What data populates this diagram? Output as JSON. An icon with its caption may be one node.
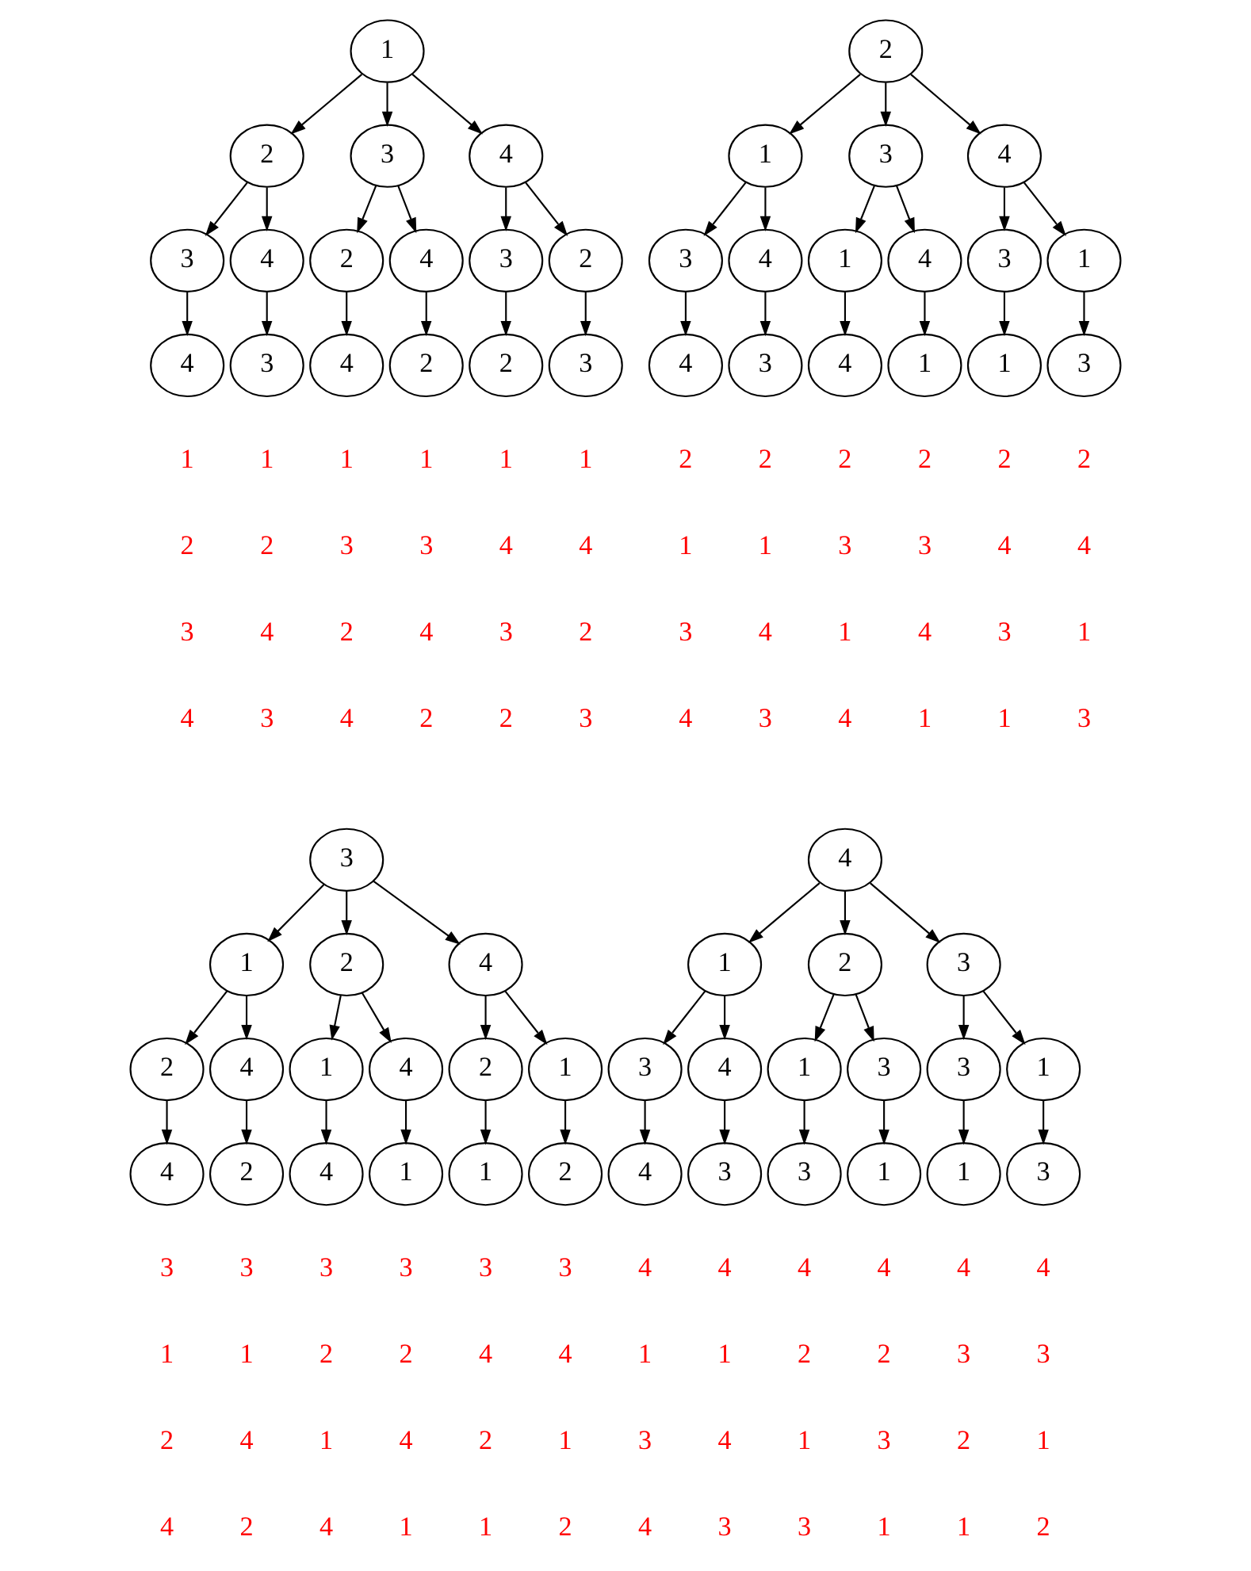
{
  "diagram": {
    "nodes": [
      {
        "text": [
          "1"
        ]
      },
      {
        "text": [
          "2"
        ]
      },
      {
        "text": [
          "3"
        ]
      },
      {
        "text": [
          "4"
        ]
      },
      {
        "text": [
          "3"
        ]
      },
      {
        "text": [
          "4"
        ]
      },
      {
        "text": [
          "2"
        ]
      },
      {
        "text": [
          "4"
        ]
      },
      {
        "text": [
          "3"
        ]
      },
      {
        "text": [
          "2"
        ]
      },
      {
        "text": [
          "4"
        ]
      },
      {
        "text": [
          "3"
        ]
      },
      {
        "text": [
          "4"
        ]
      },
      {
        "text": [
          "2"
        ]
      },
      {
        "text": [
          "2"
        ]
      },
      {
        "text": [
          "3"
        ]
      },
      {
        "text": [
          "2"
        ]
      },
      {
        "text": [
          "1"
        ]
      },
      {
        "text": [
          "3"
        ]
      },
      {
        "text": [
          "4"
        ]
      },
      {
        "text": [
          "3"
        ]
      },
      {
        "text": [
          "4"
        ]
      },
      {
        "text": [
          "1"
        ]
      },
      {
        "text": [
          "4"
        ]
      },
      {
        "text": [
          "3"
        ]
      },
      {
        "text": [
          "1"
        ]
      },
      {
        "text": [
          "4"
        ]
      },
      {
        "text": [
          "3"
        ]
      },
      {
        "text": [
          "4"
        ]
      },
      {
        "text": [
          "1"
        ]
      },
      {
        "text": [
          "1"
        ]
      },
      {
        "text": [
          "3"
        ]
      },
      {
        "text": [
          "3"
        ]
      },
      {
        "text": [
          "1"
        ]
      },
      {
        "text": [
          "2"
        ]
      },
      {
        "text": [
          "4"
        ]
      },
      {
        "text": [
          "2"
        ]
      },
      {
        "text": [
          "4"
        ]
      },
      {
        "text": [
          "1"
        ]
      },
      {
        "text": [
          "4"
        ]
      },
      {
        "text": [
          "2"
        ]
      },
      {
        "text": [
          "1"
        ]
      },
      {
        "text": [
          "4"
        ]
      },
      {
        "text": [
          "2"
        ]
      },
      {
        "text": [
          "4"
        ]
      },
      {
        "text": [
          "1"
        ]
      },
      {
        "text": [
          "1"
        ]
      },
      {
        "text": [
          "2"
        ]
      },
      {
        "text": [
          "4"
        ]
      },
      {
        "text": [
          "1"
        ]
      },
      {
        "text": [
          "2"
        ]
      },
      {
        "text": [
          "3"
        ]
      },
      {
        "text": [
          "3"
        ]
      },
      {
        "text": [
          "4"
        ]
      },
      {
        "text": [
          "1"
        ]
      },
      {
        "text": [
          "3"
        ]
      },
      {
        "text": [
          "3"
        ]
      },
      {
        "text": [
          "1"
        ]
      },
      {
        "text": [
          "4"
        ]
      },
      {
        "text": [
          "3"
        ]
      },
      {
        "text": [
          "3"
        ]
      },
      {
        "text": [
          "1"
        ]
      },
      {
        "text": [
          "1"
        ]
      },
      {
        "text": [
          "3"
        ]
      }
    ],
    "edges": [
      {
        "from": 0,
        "to": 1,
        "arrow": "to"
      },
      {
        "from": 0,
        "to": 2,
        "arrow": "to"
      },
      {
        "from": 0,
        "to": 3,
        "arrow": "to"
      },
      {
        "from": 1,
        "to": 4,
        "arrow": "to"
      },
      {
        "from": 1,
        "to": 5,
        "arrow": "to"
      },
      {
        "from": 2,
        "to": 6,
        "arrow": "to"
      },
      {
        "from": 2,
        "to": 7,
        "arrow": "to"
      },
      {
        "from": 3,
        "to": 8,
        "arrow": "to"
      },
      {
        "from": 3,
        "to": 9,
        "arrow": "to"
      },
      {
        "from": 4,
        "to": 10,
        "arrow": "to"
      },
      {
        "from": 5,
        "to": 11,
        "arrow": "to"
      },
      {
        "from": 6,
        "to": 12,
        "arrow": "to"
      },
      {
        "from": 7,
        "to": 13,
        "arrow": "to"
      },
      {
        "from": 8,
        "to": 14,
        "arrow": "to"
      },
      {
        "from": 9,
        "to": 15,
        "arrow": "to"
      },
      {
        "from": 16,
        "to": 17,
        "arrow": "to"
      },
      {
        "from": 16,
        "to": 18,
        "arrow": "to"
      },
      {
        "from": 16,
        "to": 19,
        "arrow": "to"
      },
      {
        "from": 17,
        "to": 20,
        "arrow": "to"
      },
      {
        "from": 17,
        "to": 21,
        "arrow": "to"
      },
      {
        "from": 18,
        "to": 22,
        "arrow": "to"
      },
      {
        "from": 18,
        "to": 23,
        "arrow": "to"
      },
      {
        "from": 19,
        "to": 24,
        "arrow": "to"
      },
      {
        "from": 19,
        "to": 25,
        "arrow": "to"
      },
      {
        "from": 20,
        "to": 26,
        "arrow": "to"
      },
      {
        "from": 21,
        "to": 27,
        "arrow": "to"
      },
      {
        "from": 22,
        "to": 28,
        "arrow": "to"
      },
      {
        "from": 23,
        "to": 29,
        "arrow": "to"
      },
      {
        "from": 24,
        "to": 30,
        "arrow": "to"
      },
      {
        "from": 25,
        "to": 31,
        "arrow": "to"
      },
      {
        "from": 32,
        "to": 33,
        "arrow": "to"
      },
      {
        "from": 32,
        "to": 34,
        "arrow": "to"
      },
      {
        "from": 32,
        "to": 35,
        "arrow": "to"
      },
      {
        "from": 33,
        "to": 36,
        "arrow": "to"
      },
      {
        "from": 33,
        "to": 37,
        "arrow": "to"
      },
      {
        "from": 34,
        "to": 38,
        "arrow": "to"
      },
      {
        "from": 34,
        "to": 39,
        "arrow": "to"
      },
      {
        "from": 35,
        "to": 40,
        "arrow": "to"
      },
      {
        "from": 35,
        "to": 41,
        "arrow": "to"
      },
      {
        "from": 36,
        "to": 42,
        "arrow": "to"
      },
      {
        "from": 37,
        "to": 43,
        "arrow": "to"
      },
      {
        "from": 38,
        "to": 44,
        "arrow": "to"
      },
      {
        "from": 39,
        "to": 45,
        "arrow": "to"
      },
      {
        "from": 40,
        "to": 46,
        "arrow": "to"
      },
      {
        "from": 41,
        "to": 47,
        "arrow": "to"
      },
      {
        "from": 48,
        "to": 49,
        "arrow": "to"
      },
      {
        "from": 48,
        "to": 50,
        "arrow": "to"
      },
      {
        "from": 48,
        "to": 51,
        "arrow": "to"
      },
      {
        "from": 49,
        "to": 52,
        "arrow": "to"
      },
      {
        "from": 49,
        "to": 53,
        "arrow": "to"
      },
      {
        "from": 50,
        "to": 54,
        "arrow": "to"
      },
      {
        "from": 50,
        "to": 55,
        "arrow": "to"
      },
      {
        "from": 51,
        "to": 56,
        "arrow": "to"
      },
      {
        "from": 51,
        "to": 57,
        "arrow": "to"
      },
      {
        "from": 52,
        "to": 58,
        "arrow": "to"
      },
      {
        "from": 53,
        "to": 59,
        "arrow": "to"
      },
      {
        "from": 54,
        "to": 60,
        "arrow": "to"
      },
      {
        "from": 55,
        "to": 61,
        "arrow": "to"
      },
      {
        "from": 56,
        "to": 62,
        "arrow": "to"
      },
      {
        "from": 57,
        "to": 63,
        "arrow": "to"
      }
    ],
    "labels": [
      "1",
      "1",
      "1",
      "1",
      "1",
      "1",
      "2",
      "2",
      "2",
      "2",
      "2",
      "2",
      "2",
      "2",
      "3",
      "3",
      "4",
      "4",
      "1",
      "1",
      "3",
      "3",
      "4",
      "4",
      "3",
      "4",
      "2",
      "4",
      "3",
      "2",
      "3",
      "4",
      "1",
      "4",
      "3",
      "1",
      "4",
      "3",
      "4",
      "2",
      "2",
      "3",
      "4",
      "3",
      "4",
      "1",
      "1",
      "3",
      "3",
      "3",
      "3",
      "3",
      "3",
      "3",
      "4",
      "4",
      "4",
      "4",
      "4",
      "4",
      "1",
      "1",
      "2",
      "2",
      "4",
      "4",
      "1",
      "1",
      "2",
      "2",
      "3",
      "3",
      "2",
      "4",
      "1",
      "4",
      "2",
      "1",
      "3",
      "4",
      "1",
      "3",
      "2",
      "1",
      "4",
      "2",
      "4",
      "1",
      "1",
      "2",
      "4",
      "3",
      "3",
      "1",
      "1",
      "2"
    ]
  }
}
